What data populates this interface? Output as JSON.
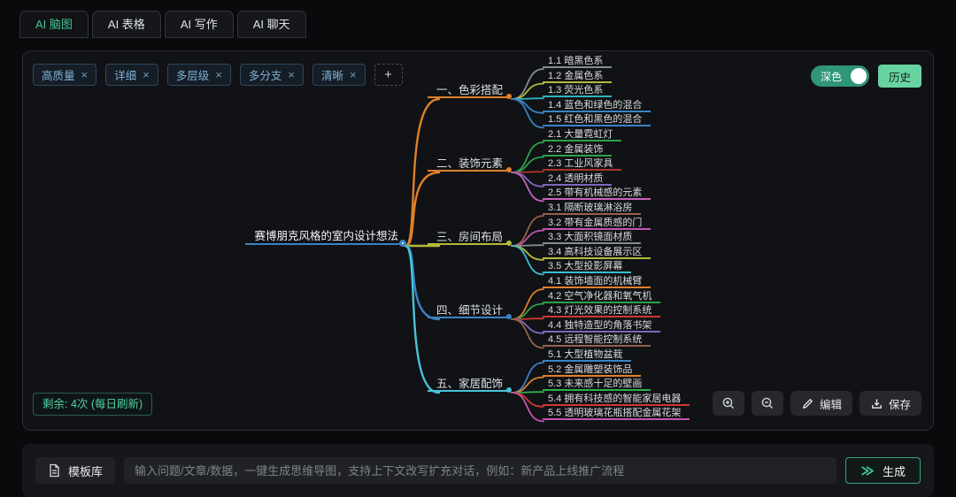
{
  "tabs": [
    {
      "label": "AI 脑图",
      "active": true
    },
    {
      "label": "AI 表格",
      "active": false
    },
    {
      "label": "AI 写作",
      "active": false
    },
    {
      "label": "AI 聊天",
      "active": false
    }
  ],
  "toolbar": {
    "chips": [
      "高质量",
      "详细",
      "多层级",
      "多分支",
      "清晰"
    ],
    "chip_close_icon": "×",
    "chip_add_icon": "+",
    "theme_toggle_label": "深色",
    "history_label": "历史"
  },
  "mindmap": {
    "root": {
      "label": "赛博朋克风格的室内设计想法",
      "color": "#3b82c4"
    },
    "branches": [
      {
        "label": "一、色彩搭配",
        "color": "#e0802a",
        "children": [
          {
            "label": "1.1 暗黑色系",
            "color": "#858c8f"
          },
          {
            "label": "1.2 金属色系",
            "color": "#b5ba3a"
          },
          {
            "label": "1.3 荧光色系",
            "color": "#2fb3bd"
          },
          {
            "label": "1.4 蓝色和绿色的混合",
            "color": "#3b82c4"
          },
          {
            "label": "1.5 红色和黑色的混合",
            "color": "#3b82c4"
          }
        ]
      },
      {
        "label": "二、装饰元素",
        "color": "#e0802a",
        "children": [
          {
            "label": "2.1 大量霓虹灯",
            "color": "#2da14c"
          },
          {
            "label": "2.2 金属装饰",
            "color": "#2da14c"
          },
          {
            "label": "2.3 工业风家具",
            "color": "#a8352a"
          },
          {
            "label": "2.4 透明材质",
            "color": "#7e66bd"
          },
          {
            "label": "2.5 带有机械感的元素",
            "color": "#c763bb"
          }
        ]
      },
      {
        "label": "三、房间布局",
        "color": "#b5ba3a",
        "children": [
          {
            "label": "3.1 隔断玻璃淋浴房",
            "color": "#96614b"
          },
          {
            "label": "3.2 带有金属质感的门",
            "color": "#c552b0"
          },
          {
            "label": "3.3 大面积镜面材质",
            "color": "#858c8f"
          },
          {
            "label": "3.4 高科技设备展示区",
            "color": "#b5ba3a"
          },
          {
            "label": "3.5 大型投影屏幕",
            "color": "#38bdd3"
          }
        ]
      },
      {
        "label": "四、细节设计",
        "color": "#3b82c4",
        "children": [
          {
            "label": "4.1 装饰墙面的机械臂",
            "color": "#e0802a"
          },
          {
            "label": "4.2 空气净化器和氧气机",
            "color": "#2da14c"
          },
          {
            "label": "4.3 灯光效果的控制系统",
            "color": "#cb3a30"
          },
          {
            "label": "4.4 独特造型的角落书架",
            "color": "#7e66bd"
          },
          {
            "label": "4.5 远程智能控制系统",
            "color": "#96614b"
          }
        ]
      },
      {
        "label": "五、家居配饰",
        "color": "#47c4d8",
        "children": [
          {
            "label": "5.1 大型植物盆栽",
            "color": "#3b82c4"
          },
          {
            "label": "5.2 金属雕塑装饰品",
            "color": "#e0802a"
          },
          {
            "label": "5.3 未来感十足的壁画",
            "color": "#2fae4a"
          },
          {
            "label": "5.4 拥有科技感的智能家居电器",
            "color": "#cb3a30"
          },
          {
            "label": "5.5 透明玻璃花瓶搭配金属花架",
            "color": "#c552b0"
          }
        ]
      }
    ]
  },
  "status": {
    "quota_label": "剩余: 4次 (每日刷新)"
  },
  "canvas_actions": {
    "edit_label": "编辑",
    "save_label": "保存"
  },
  "composer": {
    "template_button": "模板库",
    "placeholder": "输入问题/文章/数据，一键生成思维导图，支持上下文改写扩充对话，例如：新产品上线推广流程",
    "generate_label": "生成"
  },
  "colors": {
    "accent": "#45c795",
    "history_bg": "#67d3a1",
    "chip_text": "#7fb1d8"
  }
}
